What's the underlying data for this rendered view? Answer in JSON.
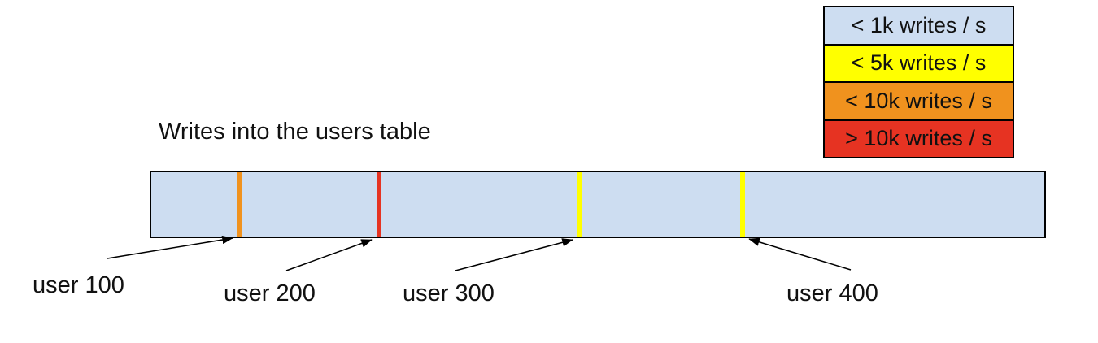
{
  "title": "Writes into the users table",
  "legend": {
    "items": [
      {
        "label": "< 1k writes / s",
        "color": "#cdddf1"
      },
      {
        "label": "< 5k writes / s",
        "color": "#ffff00"
      },
      {
        "label": "< 10k writes / s",
        "color": "#f0921e"
      },
      {
        "label": "> 10k writes / s",
        "color": "#e63322"
      }
    ]
  },
  "bar": {
    "fill": "#cdddf1",
    "border_color": "#000000",
    "markers": [
      {
        "user": "user 100",
        "color": "#f0921e",
        "x_fraction": 0.099
      },
      {
        "user": "user 200",
        "color": "#e63322",
        "x_fraction": 0.255
      },
      {
        "user": "user 300",
        "color": "#ffff00",
        "x_fraction": 0.479
      },
      {
        "user": "user 400",
        "color": "#ffff00",
        "x_fraction": 0.662
      }
    ]
  },
  "user_labels": [
    {
      "text": "user 100"
    },
    {
      "text": "user 200"
    },
    {
      "text": "user 300"
    },
    {
      "text": "user 400"
    }
  ]
}
